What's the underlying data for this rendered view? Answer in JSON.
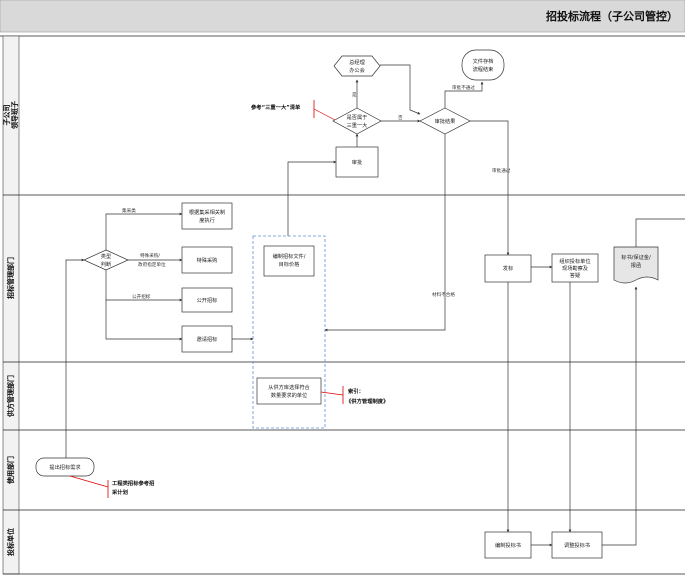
{
  "title": "招投标流程（子公司管控）",
  "lanes": [
    {
      "id": "leader",
      "label_lines": [
        "子公司",
        "领导班子"
      ]
    },
    {
      "id": "tender_mgmt",
      "label_lines": [
        "招标管理部门"
      ]
    },
    {
      "id": "supplier_mgmt",
      "label_lines": [
        "供方管理部门"
      ]
    },
    {
      "id": "user_dept",
      "label_lines": [
        "使用部门"
      ]
    },
    {
      "id": "bidder",
      "label_lines": [
        "投标单位"
      ]
    }
  ],
  "nodes": {
    "gm_office": [
      "总经理",
      "办公会"
    ],
    "archive": [
      "文件存档",
      "流程结束"
    ],
    "three_major": [
      "是否属于",
      "三重一大"
    ],
    "review_result": [
      "审批结果"
    ],
    "approve": [
      "审批"
    ],
    "group_purchase": [
      "根据集采相关制",
      "度执行"
    ],
    "type_judge": [
      "类型",
      "判断"
    ],
    "special_purchase": [
      "特殊采购"
    ],
    "public_bid": [
      "公开招标"
    ],
    "invite_bid": [
      "邀请招标"
    ],
    "prepare_docs": [
      "编制招标文件/",
      "目标价格"
    ],
    "issue_bid": [
      "发标"
    ],
    "org_opening": [
      "组织投标单位",
      "现场勘察及",
      "答疑"
    ],
    "bid_doc": [
      "标书/保证金/",
      "报函"
    ],
    "select_supplier": [
      "从供方库选择符合",
      "数量要求的单位"
    ],
    "raise_demand": [
      "提出招标需求"
    ],
    "prepare_bid": [
      "编制投标书"
    ],
    "adjust_bid": [
      "调整投标书"
    ]
  },
  "edge_labels": {
    "yes": "是",
    "no": "否",
    "not_passed": "审批不通过",
    "passed": "审批通过",
    "materials_failed": "材料不合格",
    "group": "集采类",
    "special": "特殊采购/",
    "special2": "政府指定单位",
    "public": "公开招标"
  },
  "notes": {
    "ref_three": "参考“三重一大”清单",
    "index": "索引：",
    "supplier_system": "《供方管理制度》",
    "eng_ref": "工程类招标参考招",
    "eng_ref2": "采计划"
  }
}
